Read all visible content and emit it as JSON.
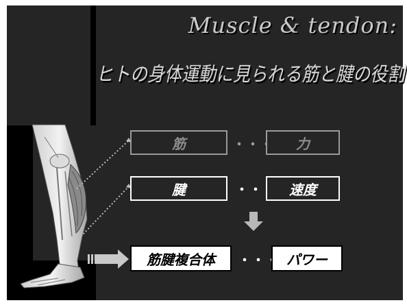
{
  "title": {
    "english": "Muscle & tendon:",
    "japanese": "ヒトの身体運動に見られる筋と腱の役割"
  },
  "rows": [
    {
      "left": "筋",
      "dots": "・・・",
      "right": "力"
    },
    {
      "left": "腱",
      "dots": "・・・",
      "right": "速度"
    },
    {
      "left": "筋腱複合体",
      "dots": "・・・",
      "right": "パワー"
    }
  ],
  "icons": {
    "leg": "leg-anatomy-illustration",
    "arrow_right": "arrow-right-icon",
    "arrow_down": "arrow-down-icon"
  },
  "colors": {
    "background": "#262525",
    "accent": "#ffffff",
    "dim": "#9a9a9a"
  }
}
